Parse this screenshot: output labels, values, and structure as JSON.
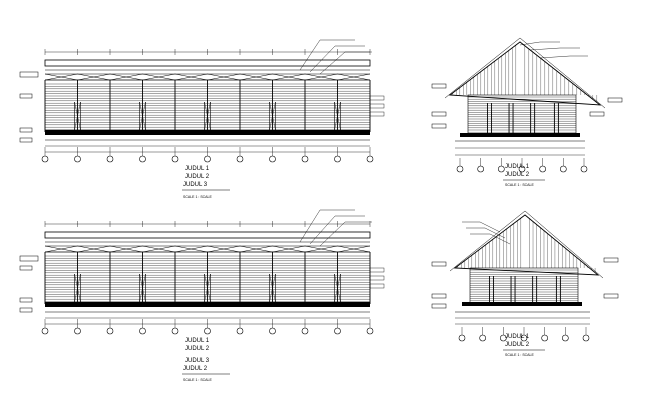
{
  "drawings": [
    {
      "id": "elevation-top-left",
      "titles": [
        "JUDUL 1",
        "JUDUL 2",
        "JUDUL 3"
      ],
      "scale": "SCALE   1 : SCALE"
    },
    {
      "id": "elevation-top-right",
      "titles": [
        "JUDUL 1",
        "JUDUL 2"
      ],
      "scale": "SCALE   1 : SCALE"
    },
    {
      "id": "elevation-bottom-left",
      "titles": [
        "JUDUL 1",
        "JUDUL 2",
        "JUDUL 3",
        "JUDUL 2"
      ],
      "scale": "SCALE   1 : SCALE"
    },
    {
      "id": "elevation-bottom-right",
      "titles": [
        "JUDUL 1",
        "JUDUL 2"
      ],
      "scale": "SCALE   1 : SCALE"
    }
  ],
  "colors": {
    "ink": "#000000",
    "background": "#ffffff"
  }
}
